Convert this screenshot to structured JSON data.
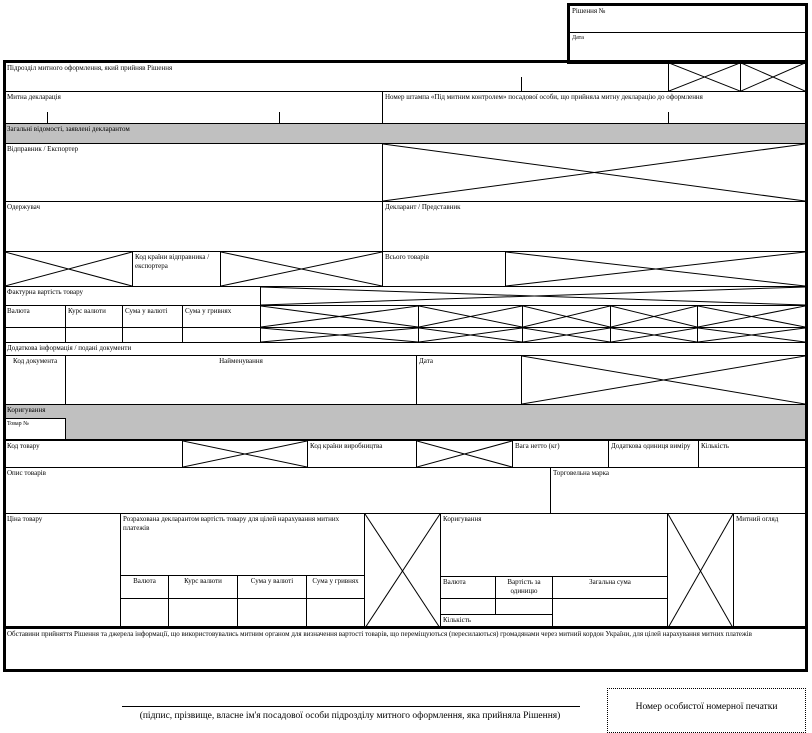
{
  "header": {
    "decision_no": "Рішення №",
    "date": "Дата"
  },
  "rows": {
    "unit": "Підрозділ митного оформлення, який прийняв Рішення",
    "declaration": "Митна декларація",
    "stamp_no": "Номер штампа «Під митним контролем» посадової особи, що прийняла митну декларацію до оформлення",
    "general": "Загальні відомості, заявлені декларантом",
    "sender": "Відправник / Експортер",
    "receiver": "Одержувач",
    "declarant": "Декларант / Представник",
    "country_code": "Код країни відправника / експортера",
    "total_goods": "Всього товарів",
    "invoice_value": "Фактурна вартість товару",
    "currency": "Валюта",
    "rate": "Курс валюти",
    "sum_currency": "Сума у валюті",
    "sum_uah": "Сума у гривнях",
    "additional": "Додаткова інформація / подані документи",
    "doc_code": "Код документа",
    "doc_name": "Найменування",
    "doc_date": "Дата",
    "correction": "Коригування",
    "item_no": "Товар №",
    "goods_code": "Код товару",
    "origin_code": "Код країни виробництва",
    "net_weight": "Вага нетто (кг)",
    "extra_unit": "Додаткова одиниця виміру",
    "quantity": "Кількість",
    "description": "Опис товарів",
    "trademark": "Торговельна марка",
    "price": "Ціна товару",
    "calc_value": "Розрахована декларантом вартість товару для цілей нарахування митних платежів",
    "corr2": "Коригування",
    "unit_value": "Вартість за одиницю",
    "total_sum": "Загальна сума",
    "qty2": "Кількість",
    "inspection": "Митний огляд",
    "circumstances": "Обставини прийняття Рішення та джерела інформації, що використовувались митним органом для визначення вартості товарів, що переміщуються (пересилаються) громадянами через митний кордон України, для цілей нарахування митних платежів"
  },
  "footer": {
    "signature_caption": "(підпис, прізвище, власне ім'я посадової особи підрозділу митного оформлення, яка прийняла Рішення)",
    "seal": "Номер особистої номерної печатки"
  }
}
